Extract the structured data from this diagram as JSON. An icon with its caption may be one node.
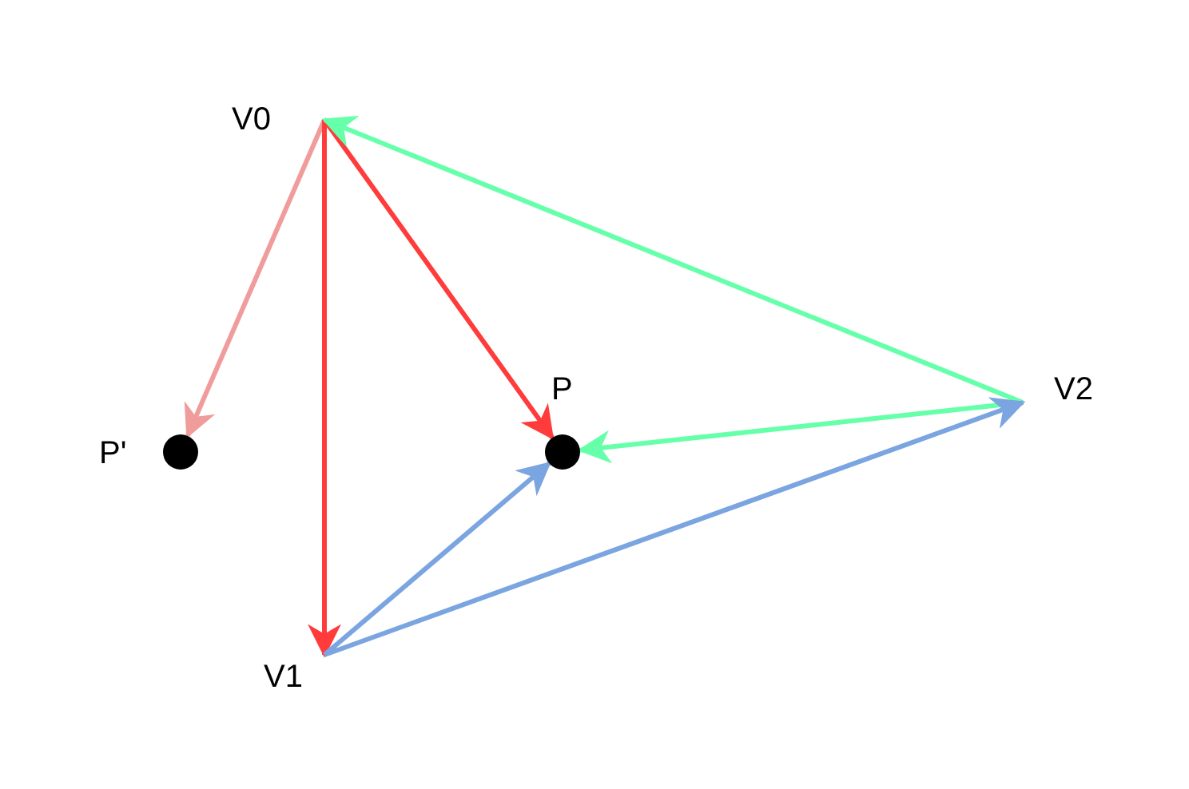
{
  "diagram": {
    "nodes": [
      {
        "text": [
          "V0"
        ]
      },
      {
        "text": [
          "V1"
        ]
      },
      {
        "text": [
          "V2"
        ]
      },
      {
        "text": [],
        "shape": "circle",
        "beside": [
          "P"
        ]
      },
      {
        "text": [],
        "shape": "circle",
        "beside": [
          "P'"
        ]
      }
    ],
    "edges": [
      {
        "from": 0,
        "to": 4,
        "arrow": "to",
        "color": "#f19c9c"
      },
      {
        "from": 0,
        "to": 1,
        "arrow": "to",
        "color": "#ff3b3b"
      },
      {
        "from": 0,
        "to": 3,
        "arrow": "to",
        "color": "#ff3b3b"
      },
      {
        "from": 2,
        "to": 0,
        "arrow": "to",
        "color": "#66ffaa"
      },
      {
        "from": 2,
        "to": 3,
        "arrow": "to",
        "color": "#66ffaa"
      },
      {
        "from": 1,
        "to": 3,
        "arrow": "to",
        "color": "#7ba5e0"
      },
      {
        "from": 1,
        "to": 2,
        "arrow": "to",
        "color": "#7ba5e0"
      }
    ]
  }
}
